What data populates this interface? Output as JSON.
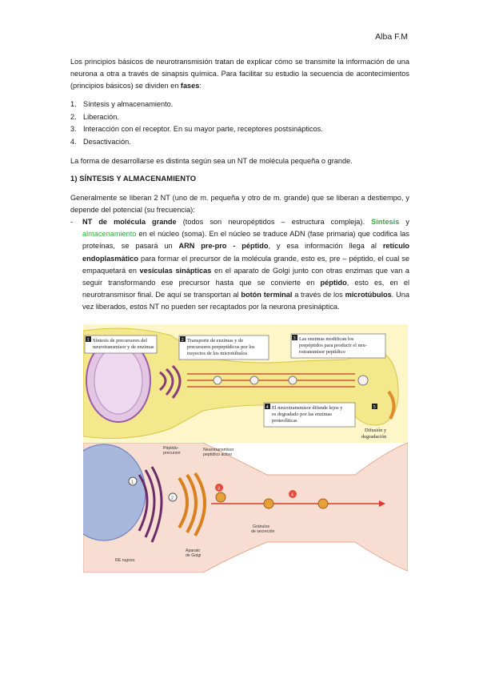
{
  "header": {
    "author": "Alba F.M"
  },
  "intro": {
    "text_before": "Los principios básicos de neurotransmisión tratan de explicar cómo se transmite la información de una neurona a otra a través de sinapsis química. Para facilitar su estudio la secuencia de acontecimientos (principios básicos) se dividen en ",
    "bold": "fases",
    "text_after": ":"
  },
  "phases": [
    {
      "num": "1.",
      "text": "Síntesis y almacenamiento."
    },
    {
      "num": "2.",
      "text": "Liberación."
    },
    {
      "num": "3.",
      "text": "Interacción con el receptor. En su mayor parte, receptores postsinápticos."
    },
    {
      "num": "4.",
      "text": "Desactivación."
    }
  ],
  "forma": "La forma de desarrollarse es distinta según sea un NT de molécula pequeña o grande.",
  "section1": {
    "number": "1)",
    "title": "SÍNTESIS Y ALMACENAMIENTO"
  },
  "general": "Generalmente se liberan 2 NT (uno de m. pequeña y otro de m. grande) que se liberan a destiempo, y depende del potencial (su frecuencia):",
  "item": {
    "dash": "-",
    "b1": "NT de molécula grande",
    "t1": " (todos son neuropéptidos – estructura compleja). ",
    "g1": "Síntesis",
    "t2": " y ",
    "g2": "almacenamiento",
    "t3": " en el núcleo (soma). En el núcleo se traduce ADN (fase primaria) que codifica las proteínas, se pasará un ",
    "b2": "ARN pre-pro - péptido",
    "t4": ", y esa información llega al ",
    "b3": "retículo endoplasmático",
    "t5": " para formar el precursor de la molécula grande, esto es, pre – péptido, el cual se empaquetará en ",
    "b4": "vesículas sinápticas",
    "t6": " en el aparato de Golgi junto con otras enzimas que van a seguir transformando ese precursor hasta que se convierte en ",
    "b5": "péptido",
    "t7": ", esto es, en el neurotransmisor final. De aquí se transportan al ",
    "b6": "botón terminal",
    "t8": " a través de los ",
    "b7": "microtúbulos",
    "t9": ". Una vez liberados, estos NT no pueden ser recaptados por la neurona presináptica."
  },
  "figure1": {
    "steps": [
      "1",
      "2",
      "3",
      "4",
      "5"
    ],
    "label1a": "Síntesis de precursores del",
    "label1b": "neurotransmisor y de enzimas",
    "label2a": "Transporte de enzimas y de",
    "label2b": "precursores prepeptídicos por los",
    "label2c": "trayectos de los microtúbulos",
    "label3a": "Las enzimas modifican los",
    "label3b": "prepéptidos para producir el neu-",
    "label3c": "rotransmisor peptídico",
    "label4a": "El neurotransmisor difunde lejos y",
    "label4b": "es degradado por las enzimas",
    "label4c": "proteolíticas",
    "label5a": "Difusión y",
    "label5b": "degradación"
  },
  "figure2": {
    "steps": [
      "1",
      "2",
      "3",
      "4"
    ],
    "precursor_a": "Péptido-",
    "precursor_b": "precursor",
    "active_a": "Neurotransmisor",
    "active_b": "peptídico activo",
    "granules_a": "Gránulos",
    "granules_b": "de secreción",
    "golgi_a": "Aparato",
    "golgi_b": "de Golgi",
    "re": "RE rugoso"
  },
  "colors": {
    "green": "#3aa845",
    "fig_yellow": "#f3e98c",
    "fig_purple": "#8a3c7a",
    "fig_orange": "#e08a2c"
  }
}
